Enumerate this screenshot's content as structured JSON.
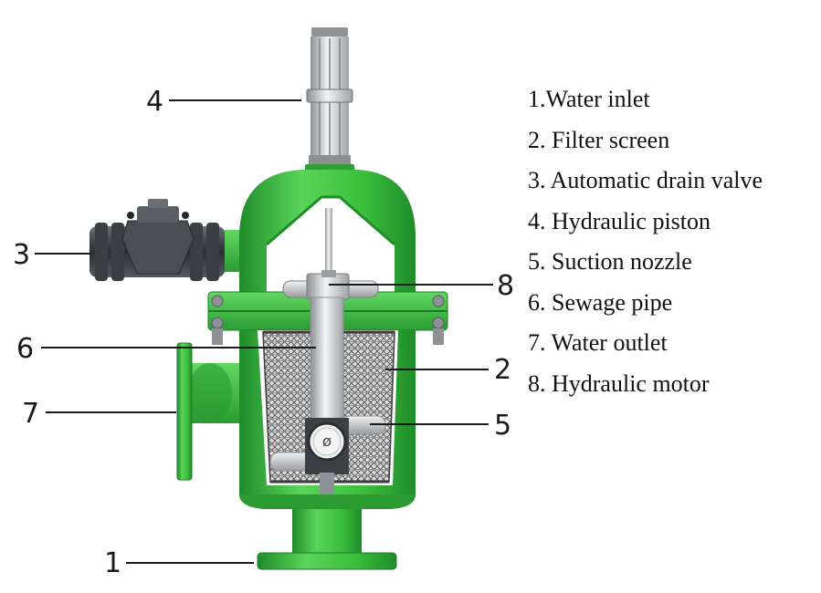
{
  "diagram": {
    "callouts": [
      {
        "number": "1",
        "part": "water-inlet"
      },
      {
        "number": "2",
        "part": "filter-screen"
      },
      {
        "number": "3",
        "part": "automatic-drain-valve"
      },
      {
        "number": "4",
        "part": "hydraulic-piston"
      },
      {
        "number": "5",
        "part": "suction-nozzle"
      },
      {
        "number": "6",
        "part": "sewage-pipe"
      },
      {
        "number": "7",
        "part": "water-outlet"
      },
      {
        "number": "8",
        "part": "hydraulic-motor"
      }
    ],
    "gauge_mark": "Ø"
  },
  "legend": {
    "items": [
      "1.Water inlet",
      "2. Filter screen",
      "3. Automatic drain valve",
      "4. Hydraulic piston",
      "5. Suction nozzle",
      "6. Sewage pipe",
      "7. Water outlet",
      "8. Hydraulic motor"
    ]
  },
  "colors": {
    "body_green": "#3cbf3c",
    "dark_green": "#1f8c2a",
    "metal_grey": "#b9bcbf",
    "valve_dark": "#4a4d52"
  }
}
